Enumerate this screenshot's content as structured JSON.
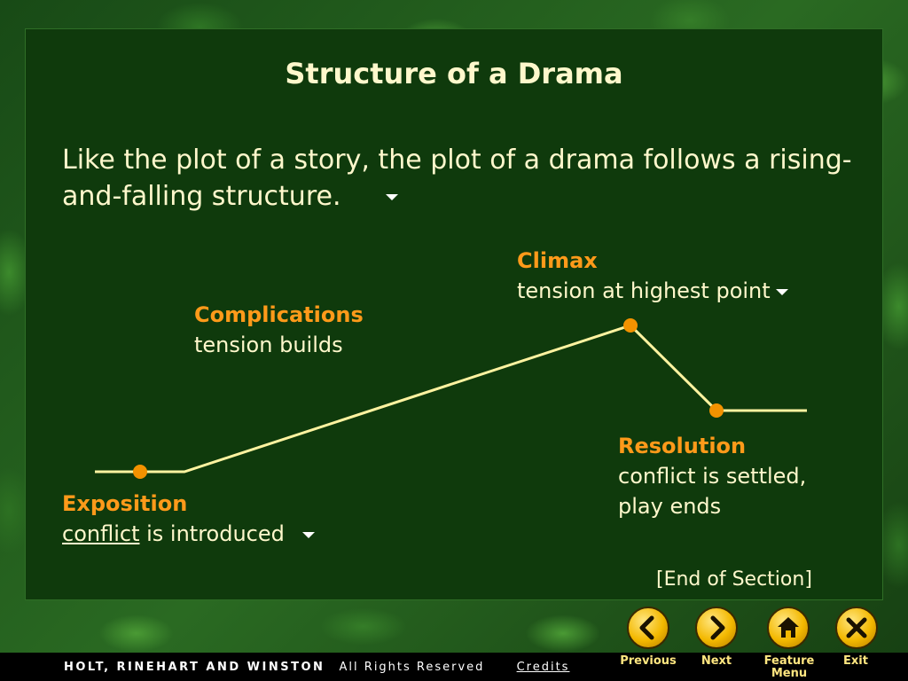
{
  "title": "Structure of a Drama",
  "intro": "Like the plot of a story, the plot of a drama follows a rising-and-falling structure.",
  "stages": {
    "exposition": {
      "head": "Exposition",
      "term": "conflict",
      "desc_rest": " is introduced"
    },
    "complications": {
      "head": "Complications",
      "desc": "tension builds"
    },
    "climax": {
      "head": "Climax",
      "desc": "tension at highest point"
    },
    "resolution": {
      "head": "Resolution",
      "desc_line1": "conflict is settled,",
      "desc_line2": "play ends"
    }
  },
  "end_section": "[End of Section]",
  "footer": {
    "publisher": "HOLT, RINEHART AND WINSTON",
    "rights": "All Rights Reserved",
    "credits": "Credits"
  },
  "nav": {
    "previous": "Previous",
    "next": "Next",
    "feature_menu_line1": "Feature",
    "feature_menu_line2": "Menu",
    "exit": "Exit"
  },
  "colors": {
    "panel_bg": "#0f3a0c",
    "heading": "#ff9a1a",
    "text": "#fff8cc",
    "plot_line": "#fff3a0",
    "plot_dot": "#f39200",
    "nav_button": "#f3b800"
  },
  "icons": {
    "previous": "chevron-left-icon",
    "next": "chevron-right-icon",
    "feature_menu": "home-icon",
    "exit": "close-icon",
    "reveal": "triangle-down-icon"
  }
}
